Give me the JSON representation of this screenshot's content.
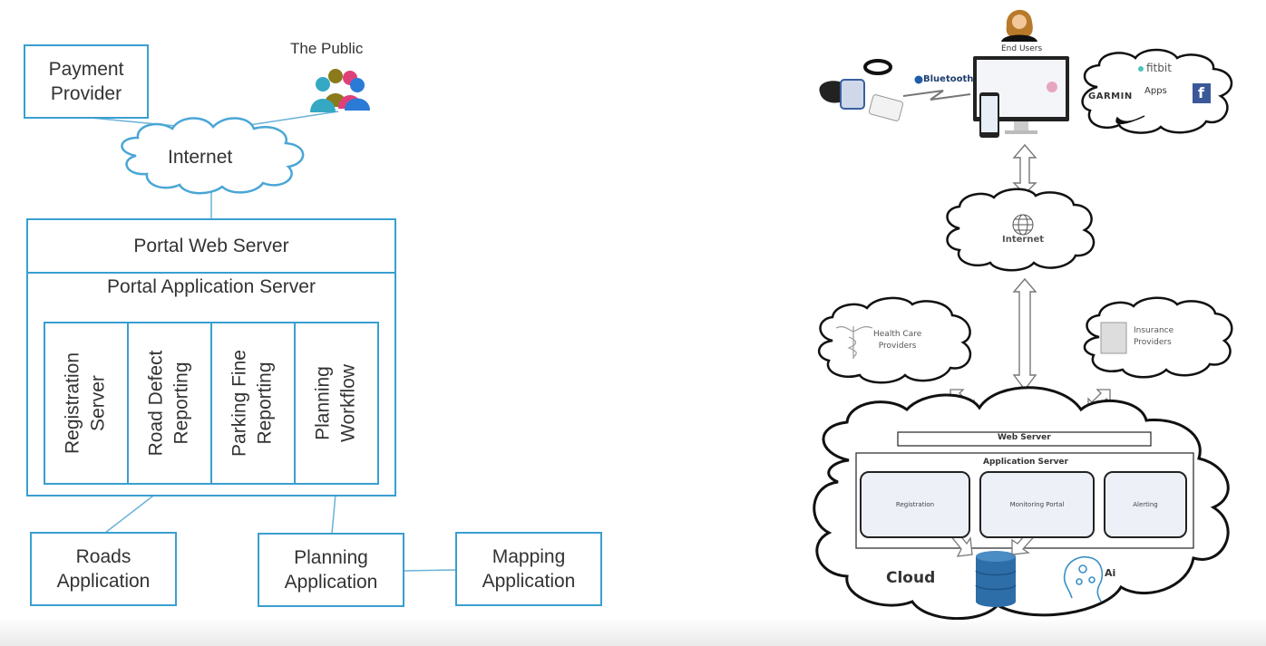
{
  "left_diagram": {
    "payment_provider": "Payment\nProvider",
    "public_label": "The Public",
    "internet": "Internet",
    "portal_web_server": "Portal Web Server",
    "portal_app_server": "Portal Application Server",
    "modules": [
      {
        "line1": "Registration",
        "line2": "Server"
      },
      {
        "line1": "Road Defect",
        "line2": "Reporting"
      },
      {
        "line1": "Parking Fine",
        "line2": "Reporting"
      },
      {
        "line1": "Planning",
        "line2": "Workflow"
      }
    ],
    "apps": [
      {
        "line1": "Roads",
        "line2": "Application"
      },
      {
        "line1": "Planning",
        "line2": "Application"
      },
      {
        "line1": "Mapping",
        "line2": "Application"
      }
    ],
    "accent_color": "#3a9fd0"
  },
  "right_diagram": {
    "end_users": "End Users",
    "bluetooth": "Bluetooth",
    "apps_cloud": {
      "fitbit": "fitbit",
      "apps": "Apps",
      "garmin": "GARMIN",
      "facebook": "f"
    },
    "internet": "Internet",
    "health_care": {
      "line1": "Health Care",
      "line2": "Providers"
    },
    "insurance": {
      "line1": "Insurance",
      "line2": "Providers"
    },
    "web_server": "Web Server",
    "application_server": "Application Server",
    "modules": [
      "Registration",
      "Monitoring Portal",
      "Alerting"
    ],
    "cloud_label": "Cloud",
    "ai_label": "Ai"
  }
}
